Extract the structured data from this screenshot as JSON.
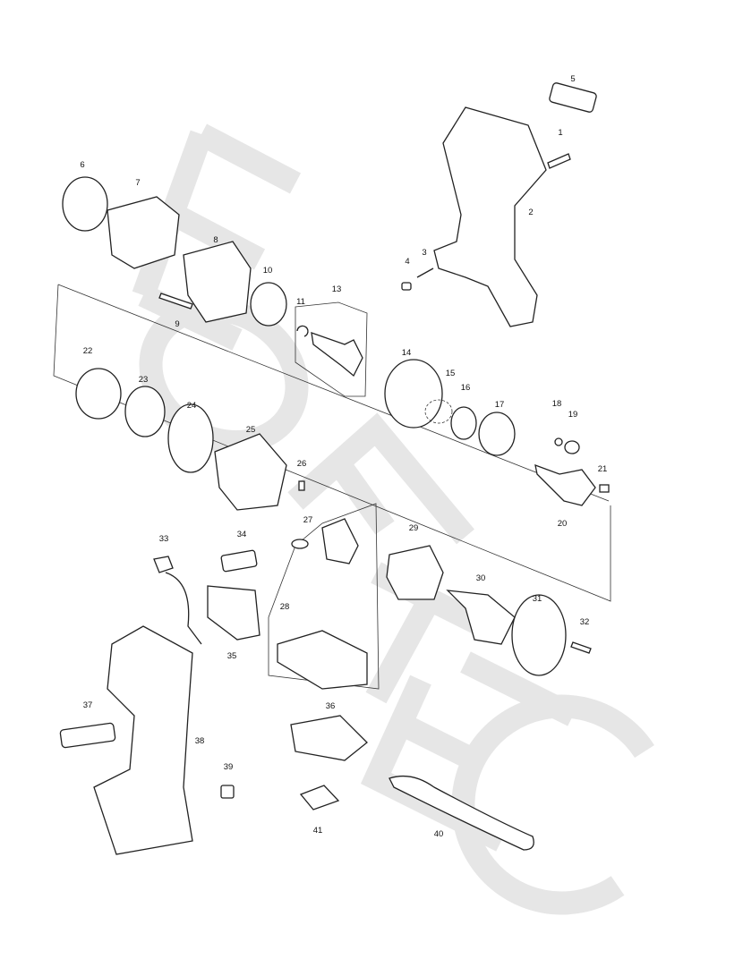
{
  "diagram": {
    "type": "exploded parts diagram",
    "watermark": "EORTEC",
    "parts": [
      "1",
      "2",
      "3",
      "4",
      "5",
      "6",
      "7",
      "8",
      "9",
      "10",
      "11",
      "13",
      "14",
      "15",
      "16",
      "17",
      "18",
      "19",
      "20",
      "21",
      "22",
      "23",
      "24",
      "25",
      "26",
      "27",
      "28",
      "29",
      "30",
      "31",
      "32",
      "33",
      "34",
      "35",
      "36",
      "37",
      "38",
      "39",
      "40",
      "41"
    ]
  }
}
